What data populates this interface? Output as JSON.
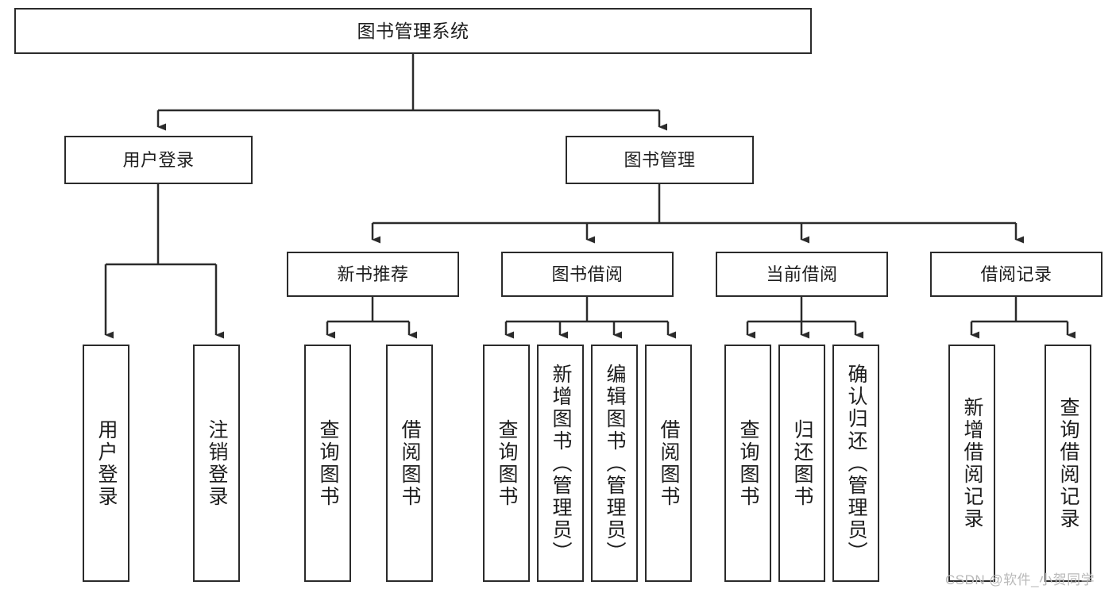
{
  "diagram": {
    "type": "tree",
    "title": "图书管理系统",
    "watermark": "CSDN @软件_小贺同学",
    "colors": {
      "stroke": "#2b2b2b",
      "fill": "#ffffff",
      "text": "#1d1d1d",
      "watermark": "#b9b9b9"
    },
    "root": {
      "label": "图书管理系统"
    },
    "level2": [
      {
        "label": "用户登录"
      },
      {
        "label": "图书管理"
      }
    ],
    "level3": [
      {
        "label": "新书推荐"
      },
      {
        "label": "图书借阅"
      },
      {
        "label": "当前借阅"
      },
      {
        "label": "借阅记录"
      }
    ],
    "leaves": {
      "user_login": [
        {
          "label": "用户登录"
        },
        {
          "label": "注销登录"
        }
      ],
      "new_book_recommend": [
        {
          "label": "查询图书"
        },
        {
          "label": "借阅图书"
        }
      ],
      "book_borrow": [
        {
          "label": "查询图书"
        },
        {
          "label": "新增图书（管理员）"
        },
        {
          "label": "编辑图书（管理员）"
        },
        {
          "label": "借阅图书"
        }
      ],
      "current_borrow": [
        {
          "label": "查询图书"
        },
        {
          "label": "归还图书"
        },
        {
          "label": "确认归还（管理员）"
        }
      ],
      "borrow_record": [
        {
          "label": "新增借阅记录"
        },
        {
          "label": "查询借阅记录"
        }
      ]
    }
  }
}
